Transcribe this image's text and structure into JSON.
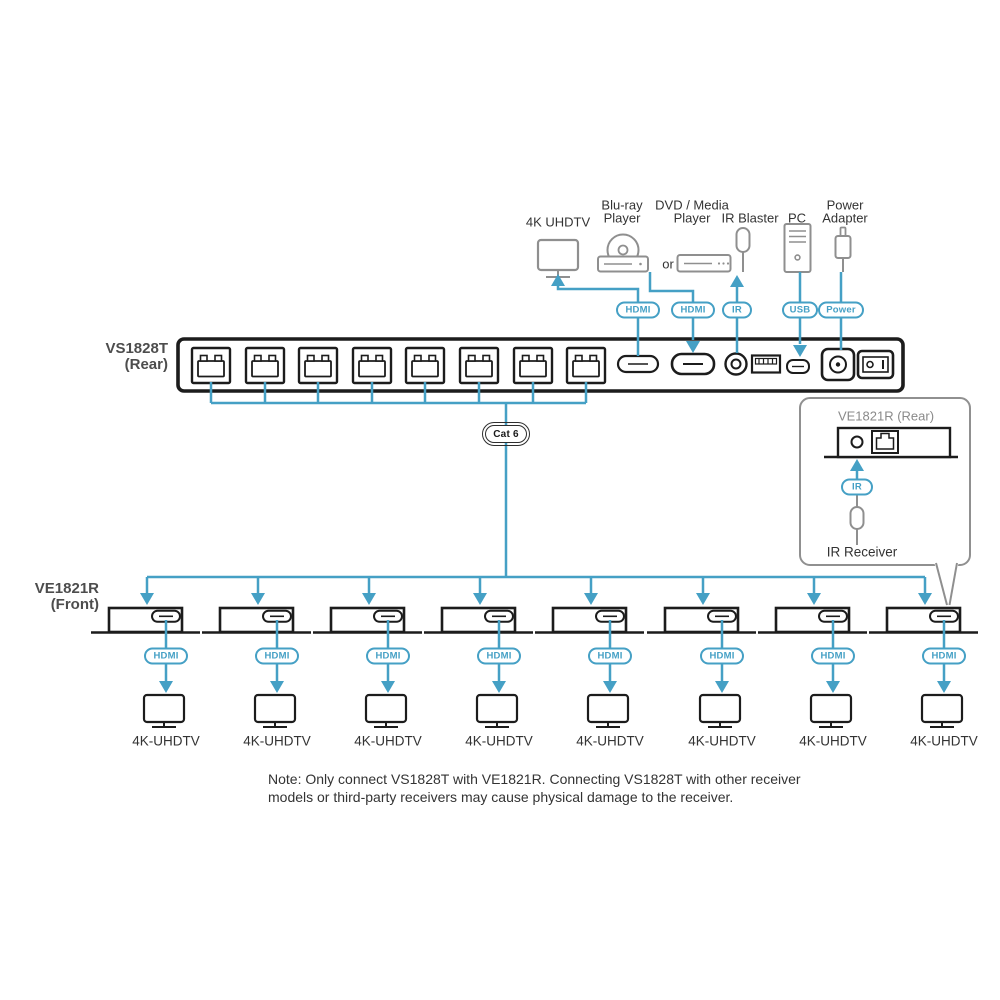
{
  "badges": {
    "hdmi": "HDMI",
    "ir": "IR",
    "usb": "USB",
    "power": "Power",
    "cat6": "Cat 6"
  },
  "sources": {
    "uhdtv": "4K UHDTV",
    "bluray": [
      "Blu-ray",
      "Player"
    ],
    "or": "or",
    "dvd": [
      "DVD / Media",
      "Player"
    ],
    "ir_blaster": "IR Blaster",
    "pc": "PC",
    "power_adapter": [
      "Power",
      "Adapter"
    ]
  },
  "transmitter": {
    "model": "VS1828T",
    "view": "(Rear)",
    "cat6_port_count": 8
  },
  "receiver_front": {
    "model": "VE1821R",
    "view": "(Front)",
    "count": 8
  },
  "outputs": {
    "label": "4K-UHDTV",
    "count": 8
  },
  "callout": {
    "title": "VE1821R (Rear)",
    "badge": "IR",
    "label": "IR Receiver"
  },
  "note": {
    "line1": "Note: Only connect VS1828T with VE1821R. Connecting VS1828T with other receiver",
    "line2": "models or third-party receivers may cause physical damage to the receiver."
  },
  "colors": {
    "line_blue": "#45a0c5",
    "outline_dark": "#1c1c1c",
    "icon_gray": "#8f8f8f",
    "label_dark": "#333333",
    "label_gray": "#8a8a8a"
  }
}
